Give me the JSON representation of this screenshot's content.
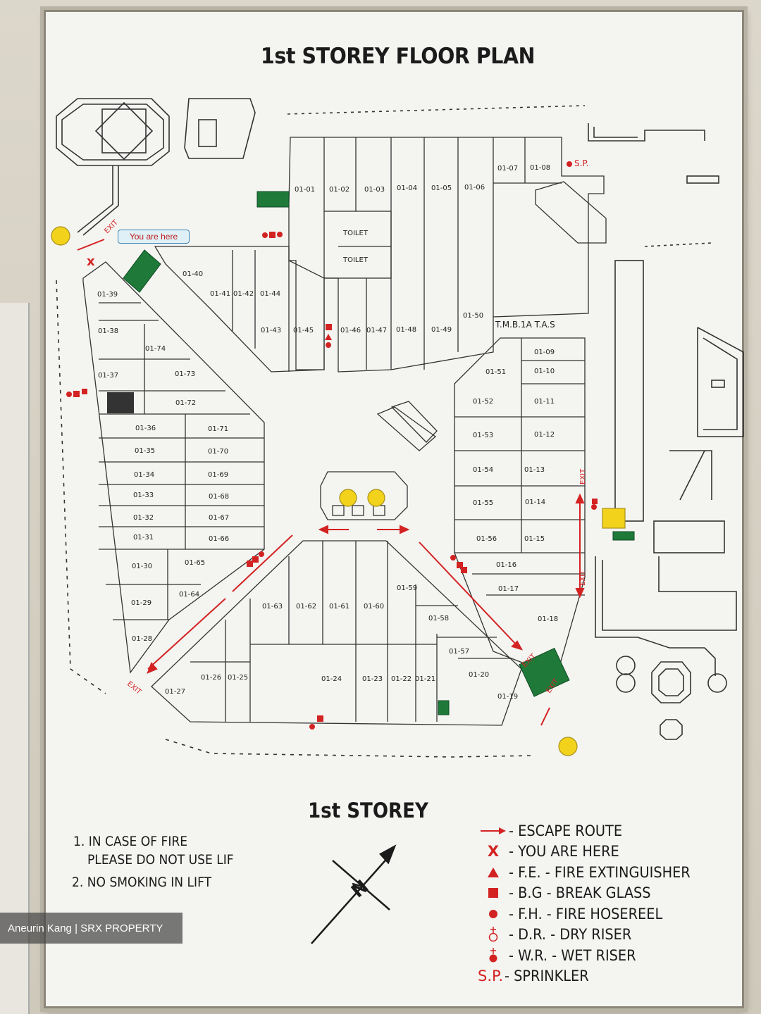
{
  "title": "1st STOREY FLOOR PLAN",
  "subtitle": "1st STOREY",
  "you_are_here_pin": "You are here",
  "notes": [
    "1. IN CASE OF FIRE",
    "PLEASE DO NOT USE LIF",
    "2. NO SMOKING IN LIFT"
  ],
  "legend": [
    {
      "icon": "escape-arrow-icon",
      "label": "- ESCAPE ROUTE"
    },
    {
      "icon": "x-mark-icon",
      "label": "- YOU ARE HERE"
    },
    {
      "icon": "triangle-icon",
      "label": "- F.E.  -  FIRE EXTINGUISHER"
    },
    {
      "icon": "square-icon",
      "label": "- B.G  -  BREAK GLASS"
    },
    {
      "icon": "circle-icon",
      "label": "- F.H.  -  FIRE HOSEREEL"
    },
    {
      "icon": "dry-riser-icon",
      "label": "- D.R.  -  DRY RISER"
    },
    {
      "icon": "wet-riser-icon",
      "label": "- W.R. -  WET RISER"
    },
    {
      "icon": "sp-text",
      "symbol": "S.P.",
      "label": "- SPRINKLER"
    }
  ],
  "north_label": "N",
  "plan_labels": {
    "toilet_1": "TOILET",
    "toilet_2": "TOILET",
    "tas": "T.M.B.1A  T.A.S",
    "sp": "S.P.",
    "exit": "EXIT"
  },
  "units": [
    "01-01",
    "01-02",
    "01-03",
    "01-04",
    "01-05",
    "01-06",
    "01-07",
    "01-08",
    "01-09",
    "01-10",
    "01-11",
    "01-12",
    "01-13",
    "01-14",
    "01-15",
    "01-16",
    "01-17",
    "01-18",
    "01-19",
    "01-20",
    "01-21",
    "01-22",
    "01-23",
    "01-24",
    "01-25",
    "01-26",
    "01-27",
    "01-28",
    "01-29",
    "01-30",
    "01-31",
    "01-32",
    "01-33",
    "01-34",
    "01-35",
    "01-36",
    "01-37",
    "01-38",
    "01-39",
    "01-40",
    "01-41",
    "01-42",
    "01-43",
    "01-44",
    "01-45",
    "01-46",
    "01-47",
    "01-48",
    "01-49",
    "01-50",
    "01-51",
    "01-52",
    "01-53",
    "01-54",
    "01-55",
    "01-56",
    "01-57",
    "01-58",
    "01-59",
    "01-60",
    "01-61",
    "01-62",
    "01-63",
    "01-64",
    "01-65",
    "01-66",
    "01-67",
    "01-68",
    "01-69",
    "01-70",
    "01-71",
    "01-72",
    "01-73",
    "01-74"
  ],
  "watermark": "Aneurin Kang | SRX PROPERTY",
  "colors": {
    "red": "#d32222",
    "green": "#1f7a3a",
    "yellow": "#f2d21b",
    "pin_blue": "#3a86b8"
  }
}
